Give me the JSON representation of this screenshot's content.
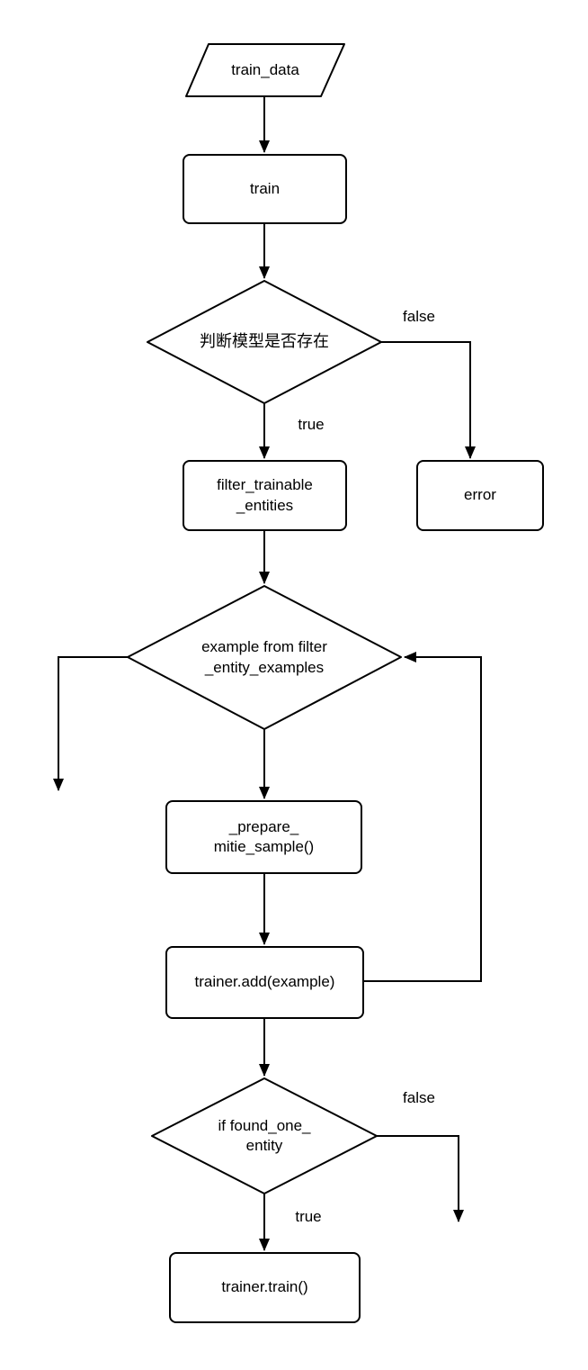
{
  "diagram": {
    "type": "flowchart",
    "colors": {
      "stroke": "#000000",
      "background": "#ffffff",
      "text": "#000000"
    },
    "nodes": {
      "train_data": {
        "label": "train_data",
        "shape": "parallelogram"
      },
      "train": {
        "label": "train",
        "shape": "rect"
      },
      "model_exists": {
        "label": "判断模型是否存在",
        "shape": "diamond"
      },
      "error": {
        "label": "error",
        "shape": "rect"
      },
      "filter_trainable": {
        "label": "filter_trainable\n_entities",
        "shape": "rect"
      },
      "example_loop": {
        "label": "example from filter\n_entity_examples",
        "shape": "diamond"
      },
      "prepare_sample": {
        "label": "_prepare_\nmitie_sample()",
        "shape": "rect"
      },
      "trainer_add": {
        "label": "trainer.add(example)",
        "shape": "rect"
      },
      "found_one": {
        "label": "if found_one_\nentity",
        "shape": "diamond"
      },
      "trainer_train": {
        "label": "trainer.train()",
        "shape": "rect"
      }
    },
    "edges": {
      "model_exists_false": {
        "label": "false"
      },
      "model_exists_true": {
        "label": "true"
      },
      "found_one_false": {
        "label": "false"
      },
      "found_one_true": {
        "label": "true"
      }
    }
  }
}
